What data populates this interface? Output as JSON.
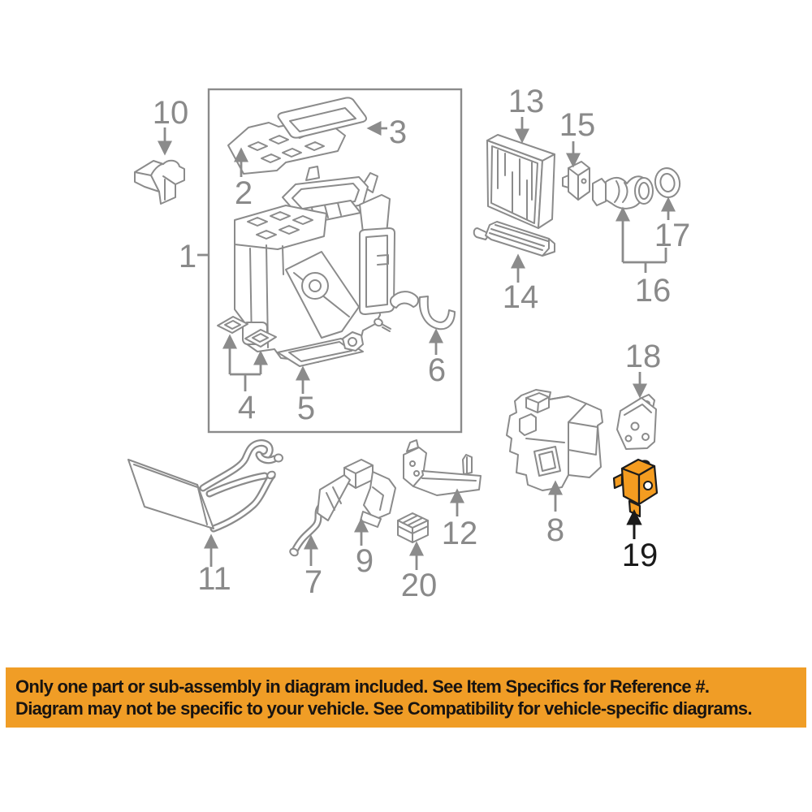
{
  "diagram": {
    "type": "exploded-parts-diagram",
    "part_labels": [
      "1",
      "2",
      "3",
      "4",
      "5",
      "6",
      "7",
      "8",
      "9",
      "10",
      "11",
      "12",
      "13",
      "14",
      "15",
      "16",
      "17",
      "18",
      "19",
      "20"
    ],
    "highlighted_part_label": "19",
    "colors": {
      "background": "#ffffff",
      "line": "#8b8b8b",
      "label": "#8a8a8a",
      "highlight": "#F49C20",
      "highlightStroke": "#1c1c1c",
      "blackArrow": "#1a1a1a"
    }
  },
  "banner": {
    "line1": "Only one part or sub-assembly in diagram included. See Item Specifics for Reference #.",
    "line2": "Diagram may not be specific to your vehicle. See Compatibility for vehicle-specific diagrams.",
    "background": "#F09D26",
    "text_color": "#181411"
  }
}
